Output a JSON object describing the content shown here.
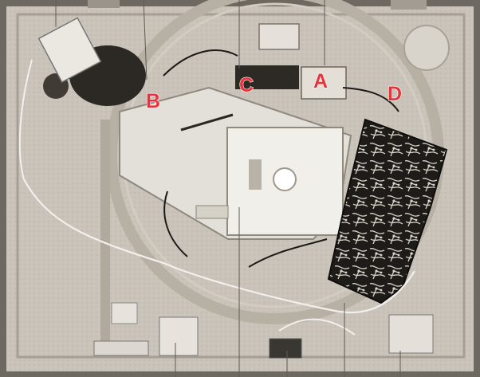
{
  "labels": {
    "a": "A",
    "b": "B",
    "c": "C",
    "d": "D"
  },
  "colors": {
    "label": "#e8323c",
    "chassis": "#c9c3b9",
    "board": "#1e1c19",
    "motor_plate": "#e3e0d9"
  },
  "icons": {
    "leader_lines": "callout-leader-lines"
  }
}
